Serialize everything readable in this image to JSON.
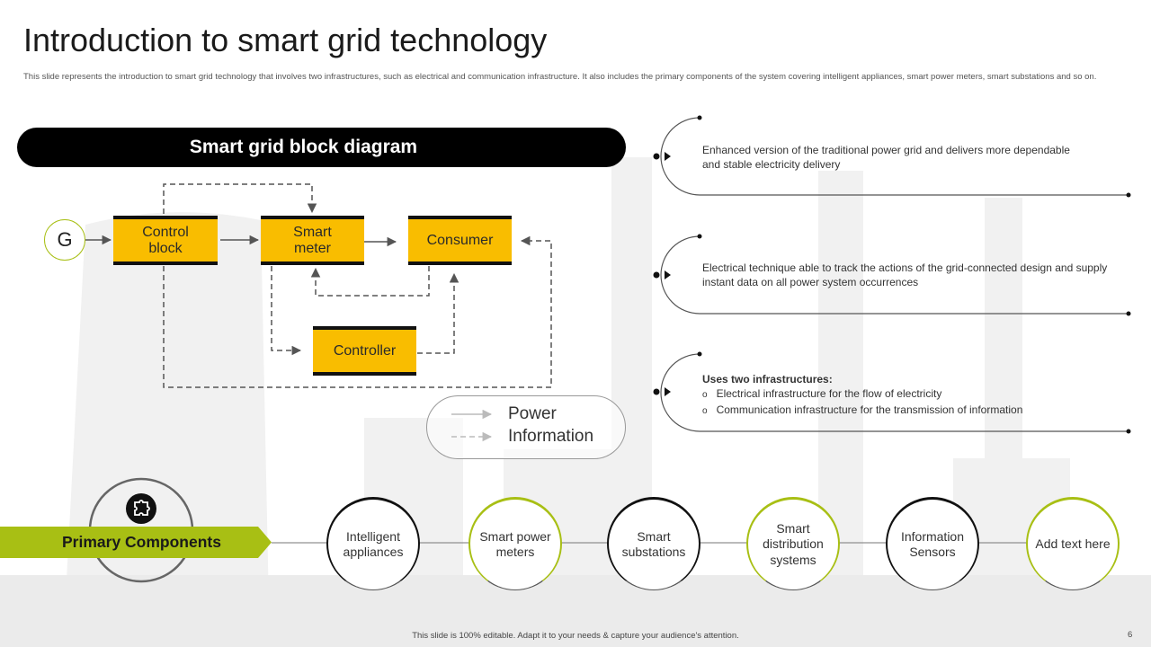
{
  "slide": {
    "title": "Introduction to smart grid technology",
    "subtitle": "This slide represents the introduction to smart grid technology that involves two infrastructures, such as electrical and communication infrastructure. It also includes the primary components of the system covering intelligent appliances, smart power meters, smart substations and so on.",
    "footer": "This slide is 100% editable.  Adapt it to your needs & capture your audience's attention.",
    "page_number": "6"
  },
  "diagram": {
    "banner": "Smart grid block diagram",
    "generator_label": "G",
    "blocks": {
      "control": "Control block",
      "meter": "Smart meter",
      "consumer": "Consumer",
      "controller": "Controller"
    },
    "legend": {
      "power": "Power",
      "information": "Information"
    }
  },
  "bullets": [
    {
      "text": "Enhanced version  of the traditional power grid and delivers more dependable  and stable electricity delivery"
    },
    {
      "text": "Electrical technique able to track the actions of the grid-connected design and supply instant data on all power system occurrences"
    },
    {
      "heading": "Uses two infrastructures:",
      "items": [
        "Electrical infrastructure  for the flow of electricity",
        "Communication  infrastructure for the transmission  of information"
      ]
    }
  ],
  "components": {
    "label": "Primary Components",
    "icon": "puzzle-icon",
    "items": [
      "Intelligent appliances",
      "Smart power meters",
      "Smart substations",
      "Smart distribution systems",
      "Information Sensors",
      "Add text here"
    ]
  },
  "colors": {
    "accent": "#a8bf14",
    "block_fill": "#f9bd00",
    "dark": "#000000"
  }
}
